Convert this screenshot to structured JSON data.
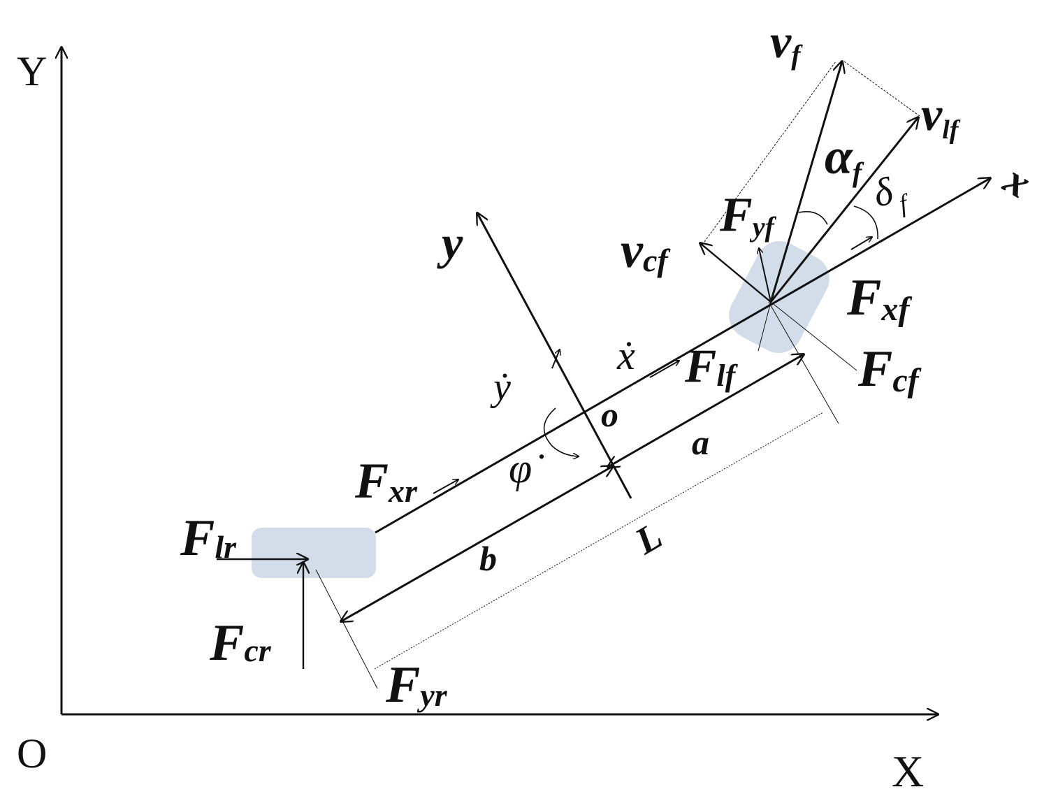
{
  "global_axes": {
    "origin": "O",
    "x_axis": "X",
    "y_axis": "Y"
  },
  "body_axes": {
    "x_axis": "x",
    "y_axis": "y",
    "origin": "o"
  },
  "velocities": {
    "x_dot": "ẋ",
    "y_dot": "ẏ",
    "yaw_rate": "φ̇",
    "vf": {
      "main": "v",
      "sub": "f"
    },
    "vlf": {
      "main": "v",
      "sub": "lf"
    },
    "vcf": {
      "main": "v",
      "sub": "cf"
    }
  },
  "angles": {
    "alpha_f": {
      "main": "α",
      "sub": "f"
    },
    "delta_f": {
      "main": "δ",
      "sub": "f"
    }
  },
  "forces": {
    "Fyf": {
      "main": "F",
      "sub": "yf"
    },
    "Fxf": {
      "main": "F",
      "sub": "xf"
    },
    "Fcf": {
      "main": "F",
      "sub": "cf"
    },
    "Flf": {
      "main": "F",
      "sub": "lf"
    },
    "Fxr": {
      "main": "F",
      "sub": "xr"
    },
    "Flr": {
      "main": "F",
      "sub": "lr"
    },
    "Fcr": {
      "main": "F",
      "sub": "cr"
    },
    "Fyr": {
      "main": "F",
      "sub": "yr"
    }
  },
  "dimensions": {
    "a": "a",
    "b": "b",
    "L": "L"
  },
  "colors": {
    "wheel": "#d3dde9",
    "line": "#111111"
  }
}
